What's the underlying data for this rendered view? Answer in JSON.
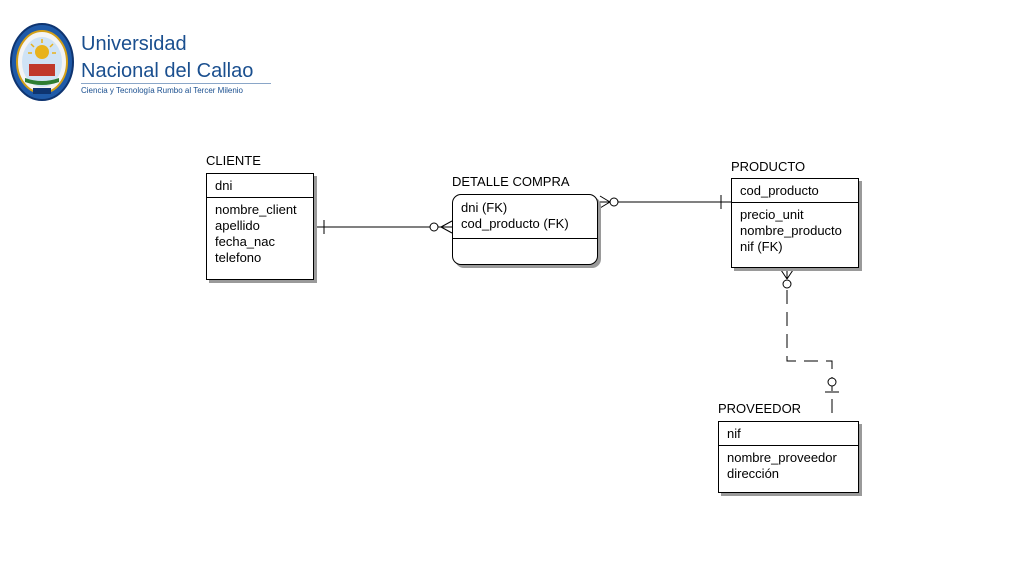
{
  "header": {
    "university_line1": "Universidad",
    "university_line2": "Nacional del Callao",
    "tagline": "Ciencia y Tecnología Rumbo al Tercer Milenio",
    "logo_icon": "university-seal-icon",
    "brand_color": "#1a4f8f"
  },
  "entities": {
    "cliente": {
      "title": "CLIENTE",
      "key": "dni",
      "attributes": [
        "nombre_client",
        "apellido",
        "fecha_nac",
        "telefono"
      ]
    },
    "detalle_compra": {
      "title": "DETALLE COMPRA",
      "key_lines": [
        "dni (FK)",
        "cod_producto (FK)"
      ],
      "attributes": []
    },
    "producto": {
      "title": "PRODUCTO",
      "key": "cod_producto",
      "attributes": [
        "precio_unit",
        "nombre_producto",
        "nif (FK)"
      ]
    },
    "proveedor": {
      "title": "PROVEEDOR",
      "key": "nif",
      "attributes": [
        "nombre_proveedor",
        "dirección"
      ]
    }
  },
  "relationships": [
    {
      "from": "cliente",
      "to": "detalle_compra",
      "from_end": "one",
      "to_end": "zero-or-many",
      "style": "solid"
    },
    {
      "from": "detalle_compra",
      "to": "producto",
      "from_end": "zero-or-many",
      "to_end": "one",
      "style": "solid"
    },
    {
      "from": "producto",
      "to": "proveedor",
      "from_end": "zero-or-many",
      "to_end": "zero-or-one",
      "style": "dashed"
    }
  ]
}
